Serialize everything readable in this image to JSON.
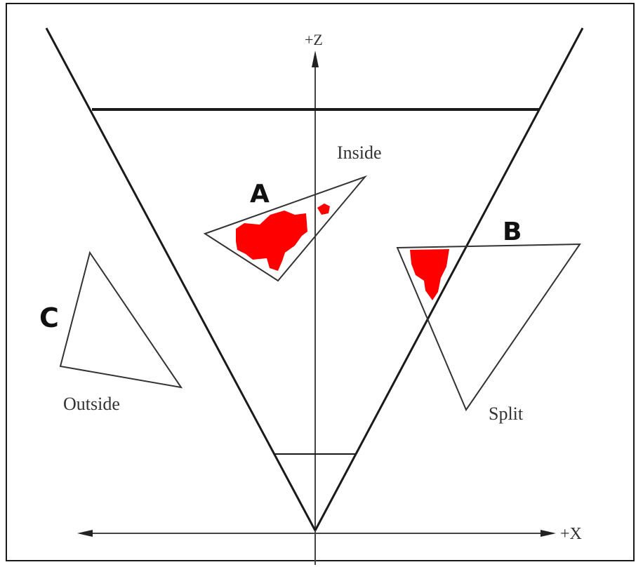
{
  "axes": {
    "z_label": "+Z",
    "x_label": "+X"
  },
  "triangles": {
    "a": {
      "letter": "A",
      "caption": "Inside"
    },
    "b": {
      "letter": "B",
      "caption": "Split"
    },
    "c": {
      "letter": "C",
      "caption": "Outside"
    }
  },
  "colors": {
    "line": "#1a1a1a",
    "fill_highlight": "#ff0000"
  }
}
